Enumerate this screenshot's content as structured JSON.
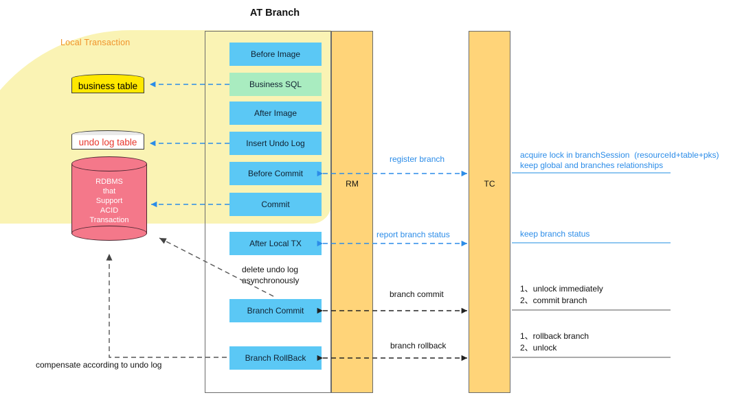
{
  "title": "AT Branch",
  "local_transaction_label": "Local Transaction",
  "roles": {
    "rm": "RM",
    "tc": "TC"
  },
  "tables": {
    "business": "business table",
    "undo_log": "undo log table"
  },
  "rdbms": {
    "line1": "RDBMS",
    "line2": "that",
    "line3": "Support",
    "line4": "ACID",
    "line5": "Transaction"
  },
  "steps": [
    {
      "label": "Before Image",
      "color": "blue"
    },
    {
      "label": "Business SQL",
      "color": "green"
    },
    {
      "label": "After Image",
      "color": "blue"
    },
    {
      "label": "Insert Undo Log",
      "color": "blue"
    },
    {
      "label": "Before Commit",
      "color": "blue"
    },
    {
      "label": "Commit",
      "color": "blue"
    },
    {
      "label": "After Local TX",
      "color": "blue"
    },
    {
      "label": "Branch Commit",
      "color": "blue"
    },
    {
      "label": "Branch RollBack",
      "color": "blue"
    }
  ],
  "messages": {
    "register_branch": "register branch",
    "report_branch_status": "report branch status",
    "branch_commit": "branch commit",
    "branch_rollback": "branch rollback"
  },
  "tc_notes": {
    "acquire_lock_prefix": "acquire lock in branchSession",
    "acquire_lock_paren_open": "(",
    "acquire_lock_red": "resourceId+table+pks",
    "acquire_lock_paren_close": ")",
    "keep_relationships": "keep global and branches relationships",
    "keep_branch_status": "keep branch status",
    "commit_1": "1、",
    "commit_1_red": "unlock immediately",
    "commit_2": "2、commit branch",
    "rollback_1": "1、rollback branch",
    "rollback_2": "2、unlock"
  },
  "annotations": {
    "delete_undo_log_l1": "delete undo log",
    "delete_undo_log_l2": "asynchronously",
    "compensate": "compensate according to undo log"
  },
  "colors": {
    "step_blue": "#5bc8f5",
    "step_green": "#a9ecc0",
    "role_orange": "#ffd479",
    "blob_yellow": "#faf3b4",
    "rdbms_red": "#f4788a",
    "accent_blue": "#2b8ce8",
    "accent_red": "#f0322c",
    "business_yellow": "#ffe800"
  }
}
